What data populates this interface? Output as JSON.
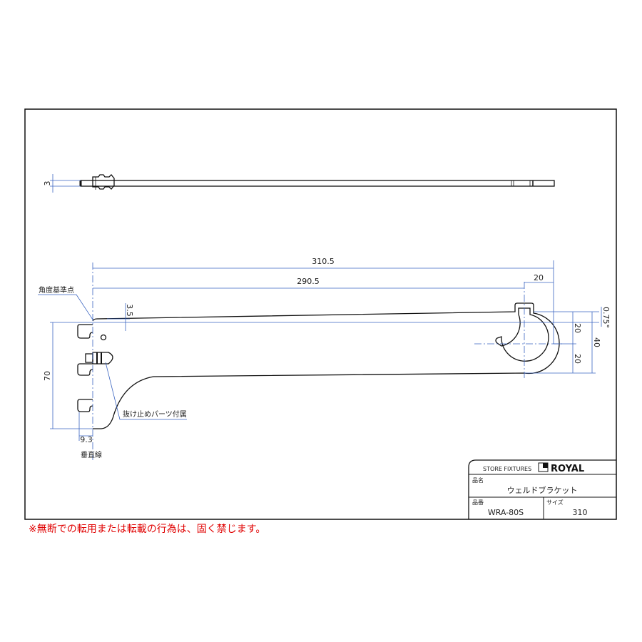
{
  "drawing": {
    "top_view": {
      "thickness_dim": "3"
    },
    "side_view": {
      "dims": {
        "overall_length": "310.5",
        "length_to_center": "290.5",
        "ring_offset": "20",
        "top_offset": "3.5",
        "height": "70",
        "slot_depth": "9.3",
        "ring_upper": "20",
        "ring_lower": "20",
        "ring_total": "40",
        "angle": "0.75°"
      },
      "labels": {
        "angle_reference": "角度基準点",
        "retaining_part": "抜け止めパーツ付属",
        "vertical_line": "垂直線"
      }
    }
  },
  "title_block": {
    "company_tag": "STORE FIXTURES",
    "brand": "ROYAL",
    "product_name_label": "品名",
    "product_name": "ウェルドブラケット",
    "part_no_label": "品番",
    "part_no": "WRA-80S",
    "size_label": "サイズ",
    "size": "310"
  },
  "notice": "※無断での転用または転載の行為は、固く禁じます。",
  "colors": {
    "dimension": "#3a64c0",
    "notice": "#e00000",
    "line": "#111111"
  }
}
